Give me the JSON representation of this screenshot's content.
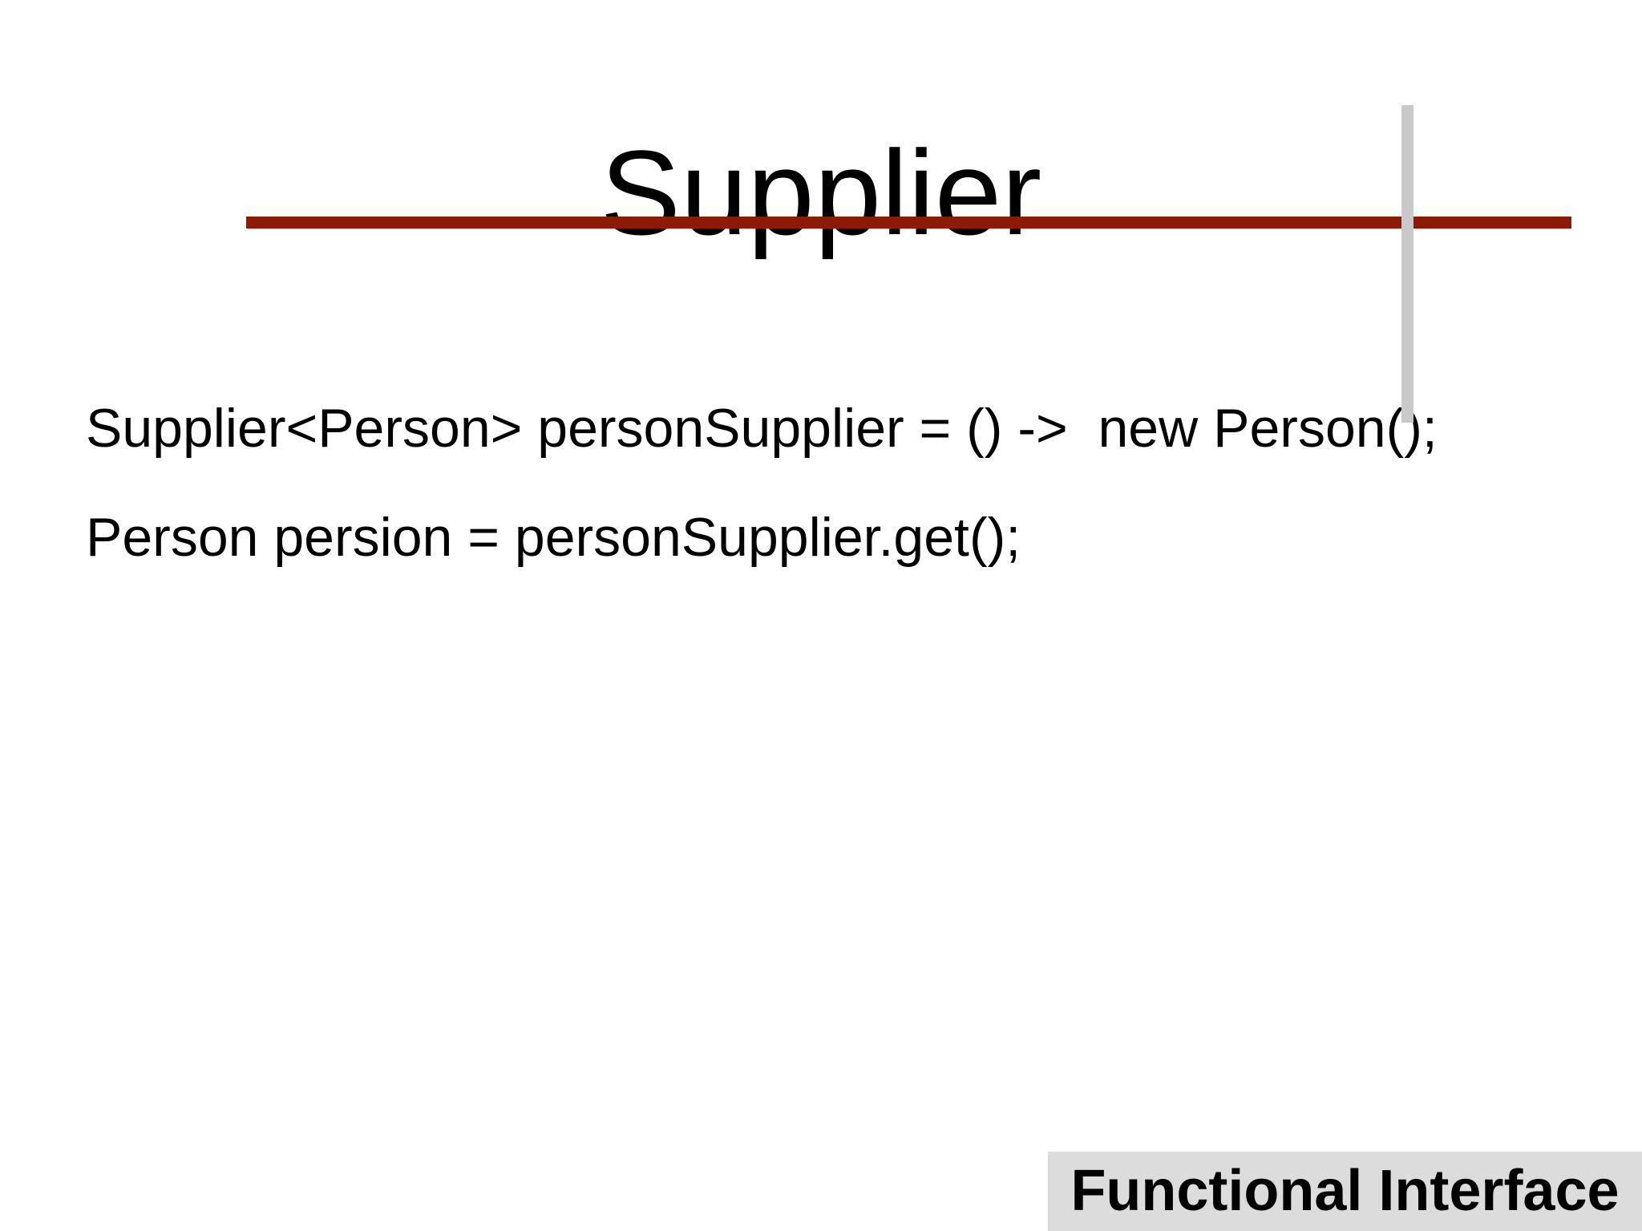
{
  "slide": {
    "title": "Supplier",
    "code_lines": [
      "Supplier<Person> personSupplier = () ->  new Person();",
      "Person persion = personSupplier.get();"
    ],
    "footer_label": "Functional Interface",
    "colors": {
      "accent_line": "#8C1B06",
      "vertical_bar": "#C9C9C9",
      "footer_bg": "#DCDCDC",
      "text": "#000000"
    }
  }
}
